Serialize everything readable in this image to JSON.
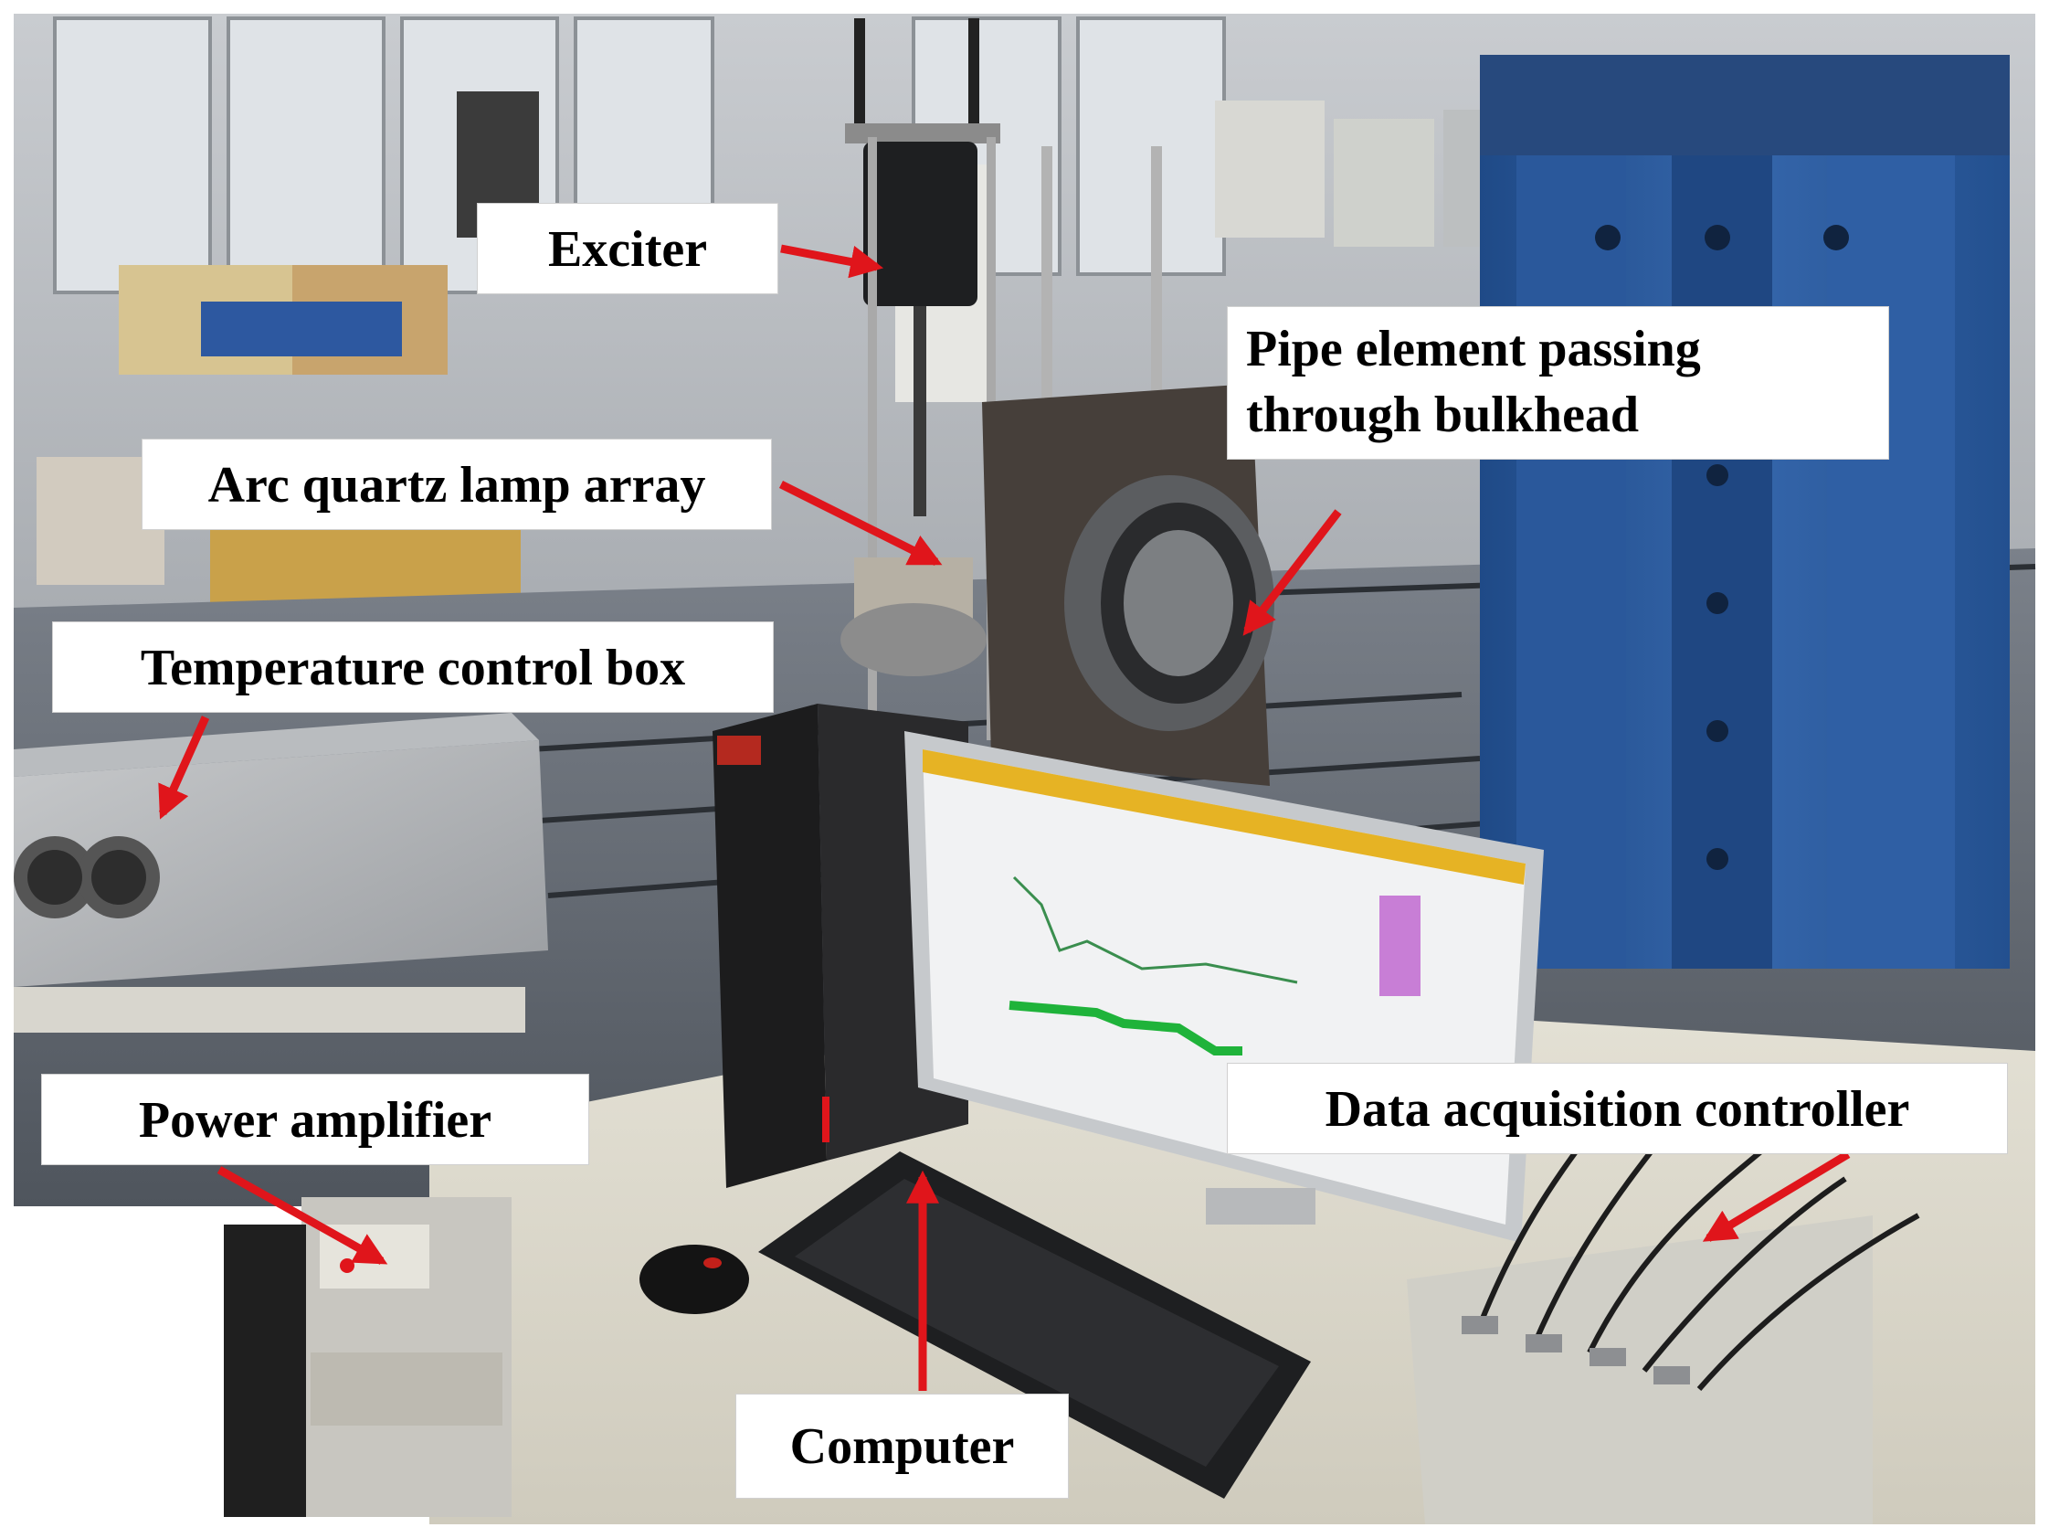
{
  "labels": {
    "exciter": "Exciter",
    "pipe_element_line1": "Pipe element passing",
    "pipe_element_line2": "through bulkhead",
    "arc_quartz_lamp_array": "Arc quartz lamp array",
    "temperature_control_box": "Temperature control box",
    "power_amplifier": "Power amplifier",
    "data_acquisition_controller": "Data acquisition controller",
    "computer": "Computer"
  },
  "colors": {
    "arrow": "#e0151b",
    "label_bg": "#ffffff",
    "frame_blue": "#2e5b9c",
    "floor": "#6f7680",
    "desk": "#dcd9cc"
  },
  "monitor": {
    "title": "管道振动测试系统"
  }
}
